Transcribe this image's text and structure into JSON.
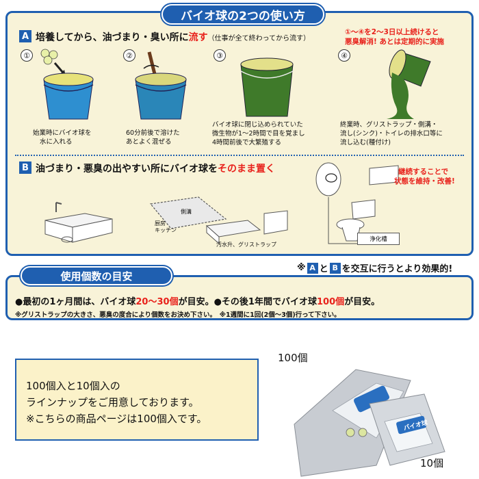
{
  "usage": {
    "title": "バイオ球の2つの使い方",
    "section_a": {
      "badge": "A",
      "heading_main": "培養してから、油づまり・臭い所に",
      "heading_highlight": "流す",
      "heading_note": "（仕事が全て終わってから流す）",
      "tip_line1": "①～④を2～3日以上続けると",
      "tip_line2": "悪臭解消! あとは定期的に実施",
      "steps": [
        {
          "num": "①",
          "caption_lines": [
            "始業時にバイオ球を",
            "水に入れる"
          ]
        },
        {
          "num": "②",
          "caption_lines": [
            "60分前後で溶けた",
            "あとよく混ぜる"
          ]
        },
        {
          "num": "③",
          "caption_lines": [
            "バイオ球に閉じ込められていた",
            "微生物が1～2時間で目を覚まし",
            "4時間前後で大繁殖する"
          ]
        },
        {
          "num": "④",
          "caption_lines": [
            "終業時、グリストラップ・側溝・",
            "流し(シンク)・トイレの排水口等に",
            "流し込む(種付け)"
          ]
        }
      ]
    },
    "section_b": {
      "badge": "B",
      "heading_main": "油づまり・悪臭の出やすい所にバイオ球を",
      "heading_highlight": "そのまま置く",
      "keep_line1": "継続することで",
      "keep_line2": "状態を維持・改善!",
      "label_gutter": "側溝",
      "label_kitchen1": "厨房",
      "label_kitchen2": "キッチン",
      "label_grease": "汚水升、グリストラップ",
      "label_septic": "浄化槽"
    }
  },
  "alternate_note": {
    "prefix": "※",
    "a": "A",
    "mid": "と",
    "b": "B",
    "suffix": "を交互に行うとより効果的!"
  },
  "count_guide": {
    "title": "使用個数の目安",
    "line1_a": "●最初の1ヶ月間は、バイオ球",
    "line1_a_highlight": "20～30個",
    "line1_a_end": "が目安。",
    "line1_b": "●その後1年間でバイオ球",
    "line1_b_highlight": "100個",
    "line1_b_end": "が目安。",
    "line2": "※グリストラップの大きさ、悪臭の度合により個数をお決め下さい。　※1週間に1回(2個～3個)行って下さい。"
  },
  "lineup": {
    "line1": "100個入と10個入の",
    "line2": "ラインナップをご用意しております。",
    "line3": "※こちらの商品ページは100個入です。"
  },
  "product": {
    "label_100": "100個",
    "label_10": "10個",
    "bag_text": "バイオ球"
  },
  "colors": {
    "accent_blue": "#1f5fb0",
    "highlight_red": "#e8211b",
    "panel_cream": "#f8f3d8",
    "water_blue": "#2e8fd0",
    "culture_green": "#3f7a2a"
  }
}
